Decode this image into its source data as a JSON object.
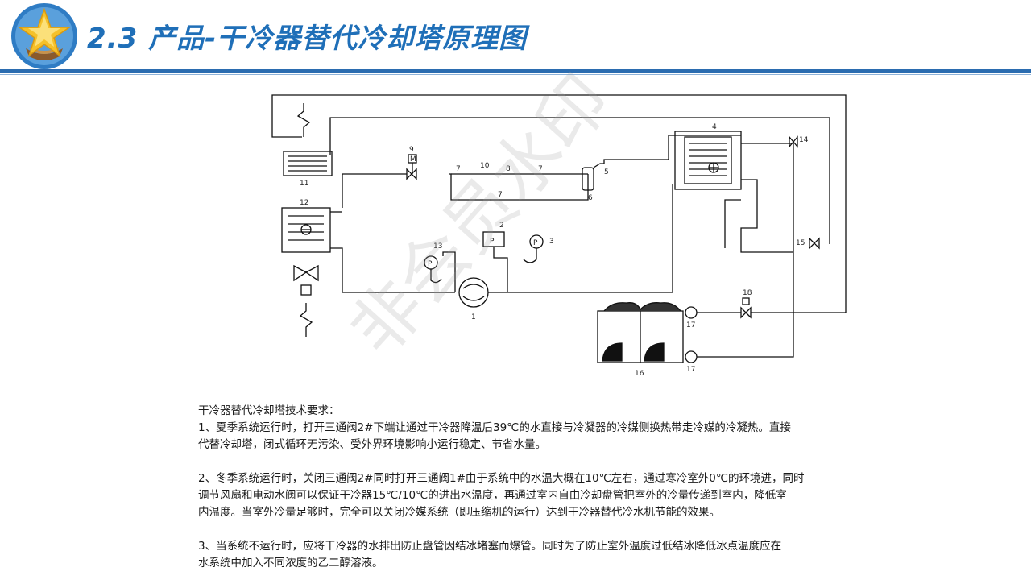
{
  "header": {
    "title": "2.3 产品-干冷器替代冷却塔原理图"
  },
  "diagram": {
    "labels": {
      "n1": "1",
      "n2": "2",
      "n3": "3",
      "n4": "4",
      "n5": "5",
      "n6": "6",
      "n7a": "7",
      "n7b": "7",
      "n7c": "7",
      "n8": "8",
      "n9": "9",
      "n10": "10",
      "n11": "11",
      "n12": "12",
      "n13": "13",
      "n14": "14",
      "n15": "15",
      "n16": "16",
      "n17a": "17",
      "n17b": "17",
      "n18": "18",
      "p": "P",
      "m": "M"
    }
  },
  "requirements": {
    "heading": "干冷器替代冷却塔技术要求：",
    "item1_line1": "1、夏季系统运行时，打开三通阀2#下端让通过干冷器降温后39℃的水直接与冷凝器的冷媒侧换热带走冷媒的冷凝热。直接",
    "item1_line2": "代替冷却塔，闭式循环无污染、受外界环境影响小运行稳定、节省水量。",
    "item2_line1": "2、冬季系统运行时，关闭三通阀2#同时打开三通阀1#由于系统中的水温大概在10℃左右，通过寒冷室外0℃的环境进，同时",
    "item2_line2": "调节风扇和电动水阀可以保证干冷器15℃/10℃的进出水温度，再通过室内自由冷却盘管把室外的冷量传递到室内，降低室",
    "item2_line3": "内温度。当室外冷量足够时，完全可以关闭冷媒系统（即压缩机的运行）达到干冷器替代冷水机节能的效果。",
    "item3_line1": "3、当系统不运行时，应将干冷器的水排出防止盘管因结冰堵塞而爆管。同时为了防止室外温度过低结冰降低冰点温度应在",
    "item3_line2": "水系统中加入不同浓度的乙二醇溶液。"
  },
  "watermark": {
    "text": "非会员水印"
  },
  "colors": {
    "title": "#1f6fb8",
    "rule": "#2b6cb0"
  }
}
